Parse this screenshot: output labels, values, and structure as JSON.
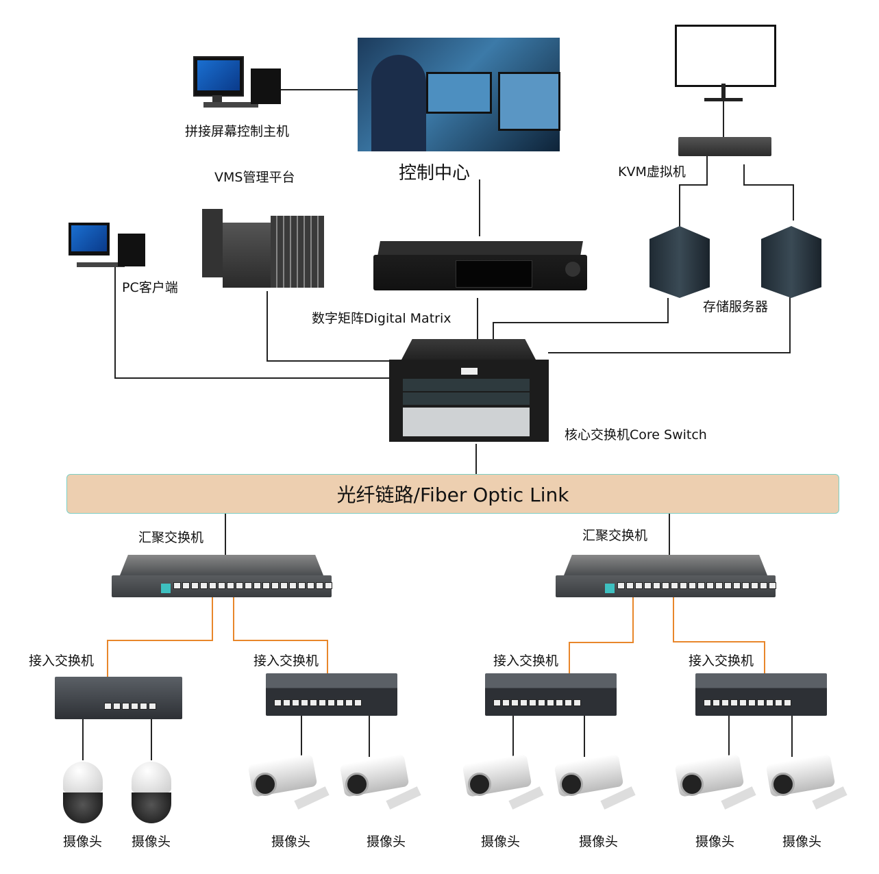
{
  "labels": {
    "splice_host": "拼接屏幕控制主机",
    "control_center": "控制中心",
    "kvm": "KVM虚拟机",
    "vms": "VMS管理平台",
    "pc_client": "PC客户端",
    "digital_matrix": "数字矩阵Digital Matrix",
    "storage": "存储服务器",
    "core_switch": "核心交换机Core Switch",
    "fiber_link": "光纤链路/Fiber Optic Link",
    "aggregation_left": "汇聚交换机",
    "aggregation_right": "汇聚交换机",
    "access": [
      "接入交换机",
      "接入交换机",
      "接入交换机",
      "接入交换机"
    ],
    "cameras": [
      "摄像头",
      "摄像头",
      "摄像头",
      "摄像头",
      "摄像头",
      "摄像头",
      "摄像头",
      "摄像头"
    ]
  },
  "colors": {
    "fiber_fill": "#edcfb0",
    "fiber_border": "#7ccfc6",
    "backbone_line": "#222222",
    "access_line": "#e8862a"
  }
}
